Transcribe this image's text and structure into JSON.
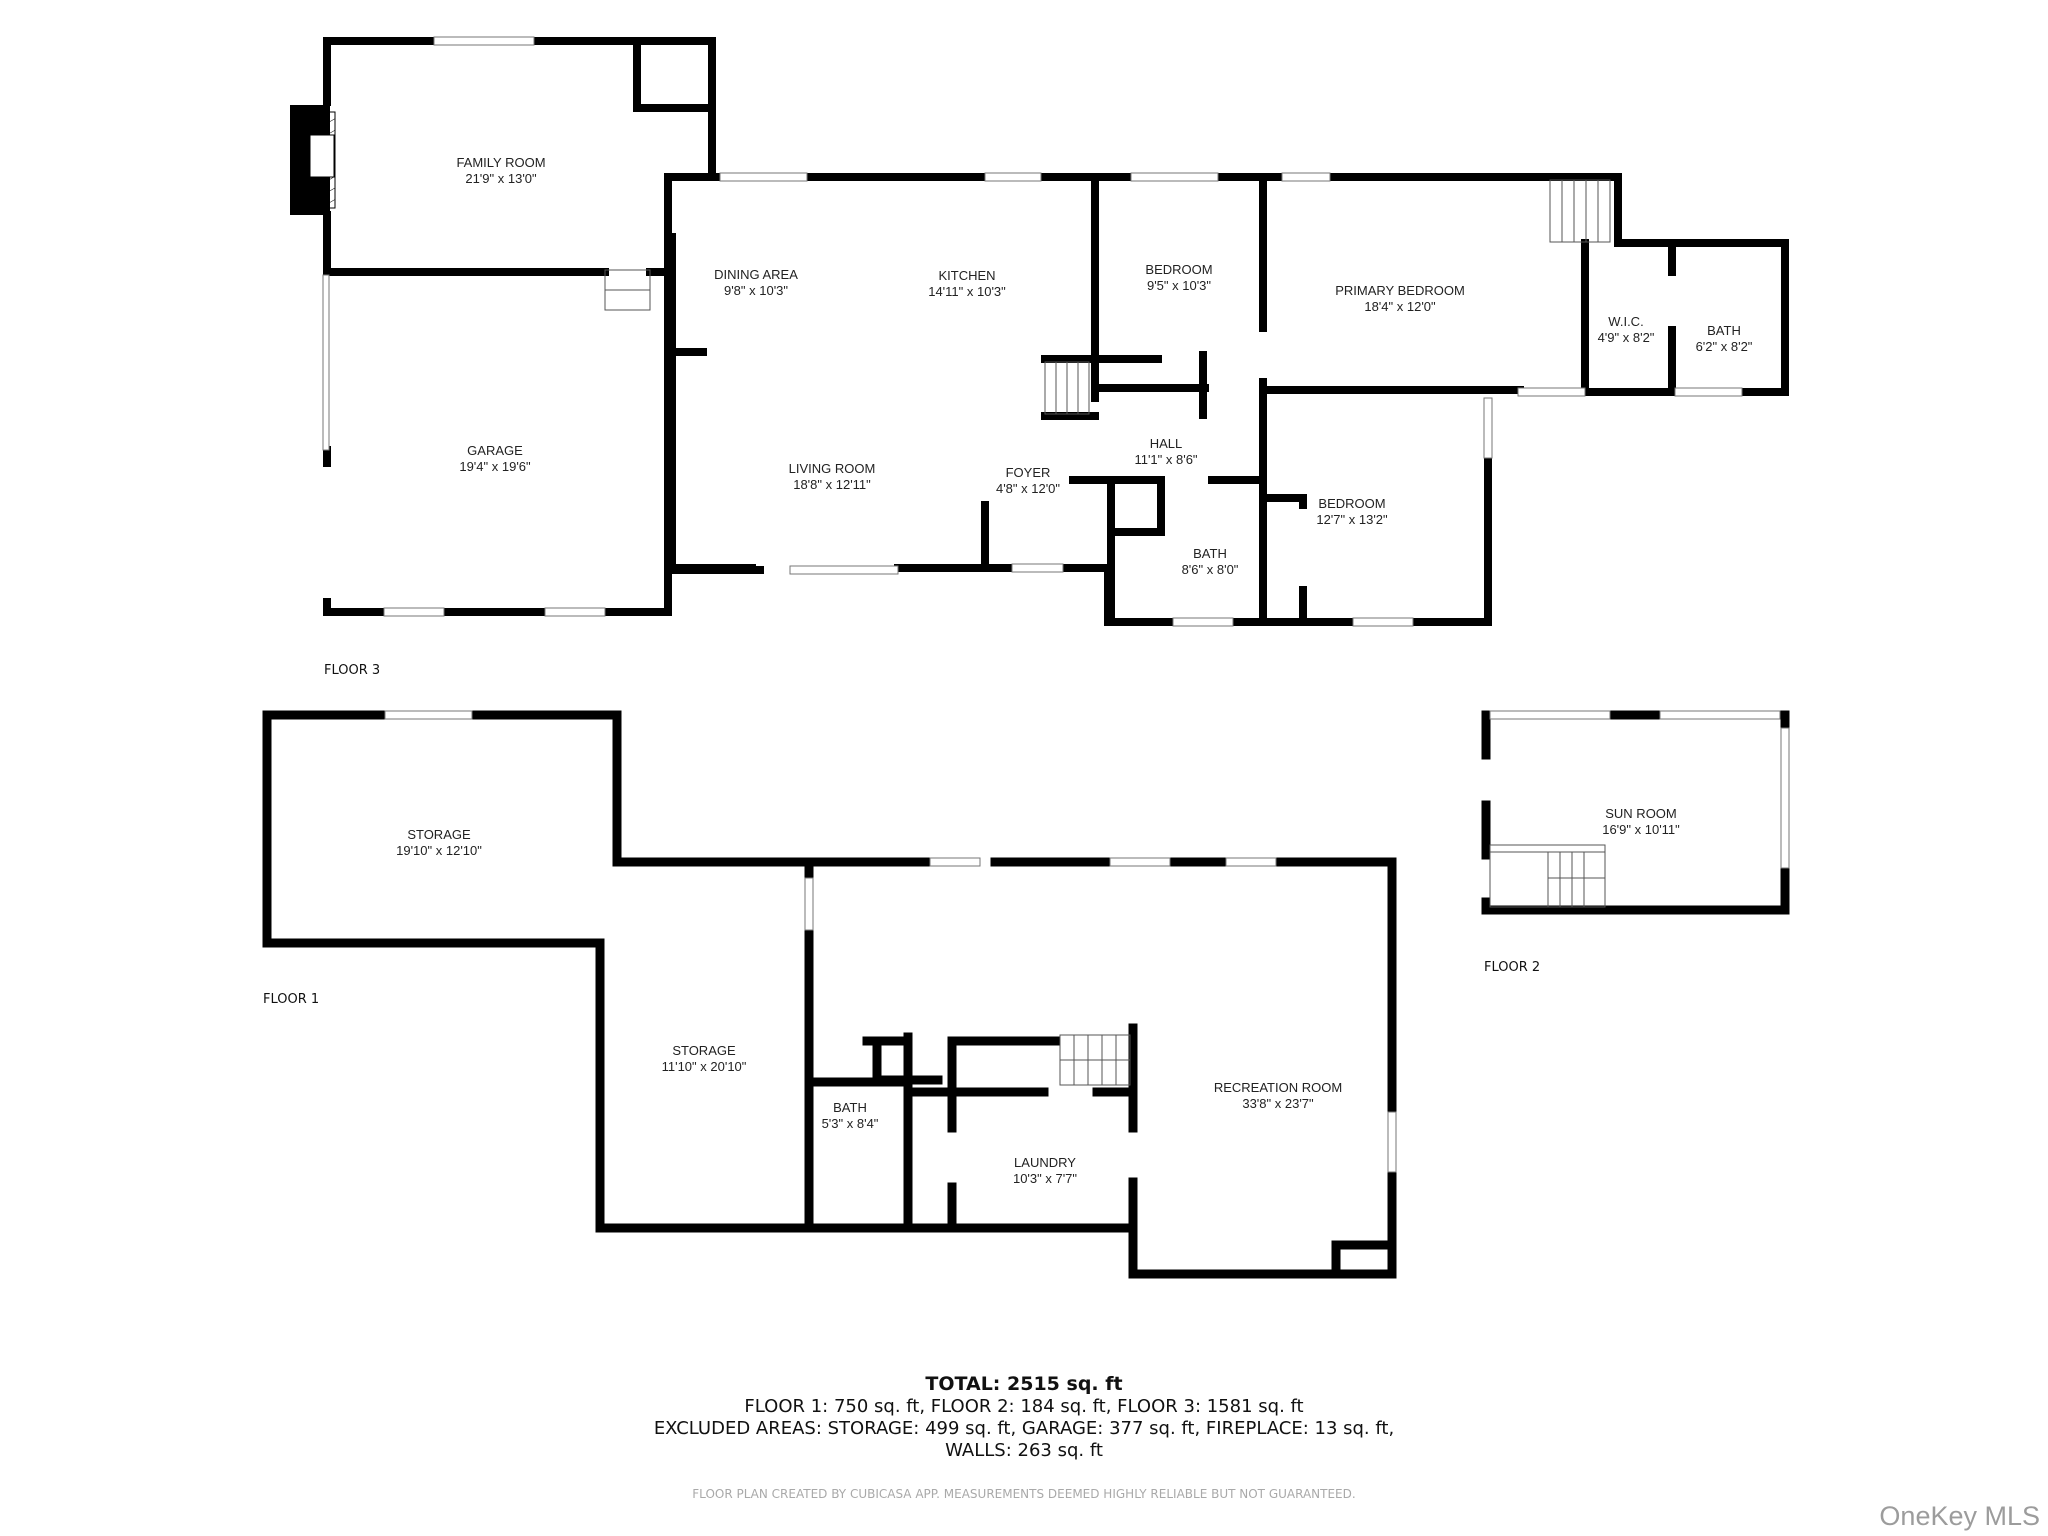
{
  "floors": [
    {
      "label": "FLOOR 3",
      "rooms": [
        {
          "name": "FAMILY ROOM",
          "dims": "21'9\" x 13'0\""
        },
        {
          "name": "GARAGE",
          "dims": "19'4\" x 19'6\""
        },
        {
          "name": "DINING AREA",
          "dims": "9'8\" x 10'3\""
        },
        {
          "name": "KITCHEN",
          "dims": "14'11\" x 10'3\""
        },
        {
          "name": "LIVING ROOM",
          "dims": "18'8\" x 12'11\""
        },
        {
          "name": "FOYER",
          "dims": "4'8\" x 12'0\""
        },
        {
          "name": "BEDROOM",
          "dims": "9'5\" x 10'3\""
        },
        {
          "name": "HALL",
          "dims": "11'1\" x 8'6\""
        },
        {
          "name": "BATH",
          "dims": "8'6\" x 8'0\""
        },
        {
          "name": "PRIMARY BEDROOM",
          "dims": "18'4\" x 12'0\""
        },
        {
          "name": "W.I.C.",
          "dims": "4'9\" x 8'2\""
        },
        {
          "name": "BATH",
          "dims": "6'2\" x 8'2\""
        },
        {
          "name": "BEDROOM",
          "dims": "12'7\" x 13'2\""
        }
      ]
    },
    {
      "label": "FLOOR 1",
      "rooms": [
        {
          "name": "STORAGE",
          "dims": "19'10\" x 12'10\""
        },
        {
          "name": "STORAGE",
          "dims": "11'10\" x 20'10\""
        },
        {
          "name": "BATH",
          "dims": "5'3\" x 8'4\""
        },
        {
          "name": "LAUNDRY",
          "dims": "10'3\" x 7'7\""
        },
        {
          "name": "RECREATION ROOM",
          "dims": "33'8\" x 23'7\""
        }
      ]
    },
    {
      "label": "FLOOR 2",
      "rooms": [
        {
          "name": "SUN ROOM",
          "dims": "16'9\" x 10'11\""
        }
      ]
    }
  ],
  "summary": {
    "total": "TOTAL: 2515 sq. ft",
    "floors_line": "FLOOR 1: 750 sq. ft, FLOOR 2: 184 sq. ft, FLOOR 3: 1581 sq. ft",
    "excluded_line": "EXCLUDED AREAS: STORAGE: 499 sq. ft, GARAGE: 377 sq. ft, FIREPLACE: 13 sq. ft,",
    "walls_line": "WALLS: 263 sq. ft"
  },
  "disclaimer": "FLOOR PLAN CREATED BY CUBICASA APP. MEASUREMENTS DEEMED HIGHLY RELIABLE BUT NOT GUARANTEED.",
  "watermark": "OneKey MLS",
  "colors": {
    "wall": "#000000",
    "window": "#ffffff",
    "window_edge": "#888888",
    "disclaimer": "#a9a9a9",
    "watermark": "#9c9c9c"
  }
}
